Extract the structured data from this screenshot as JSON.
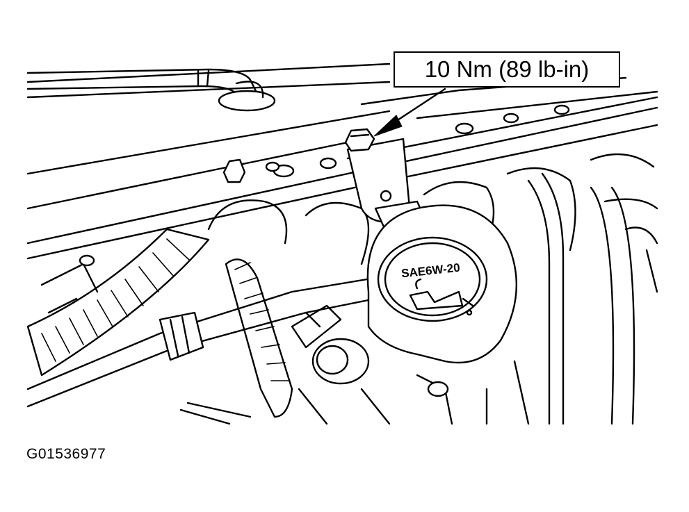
{
  "callout": {
    "torque_label": "10 Nm (89 lb-in)"
  },
  "cap": {
    "text": "SAE6W-20"
  },
  "figure_id": "G01536977"
}
